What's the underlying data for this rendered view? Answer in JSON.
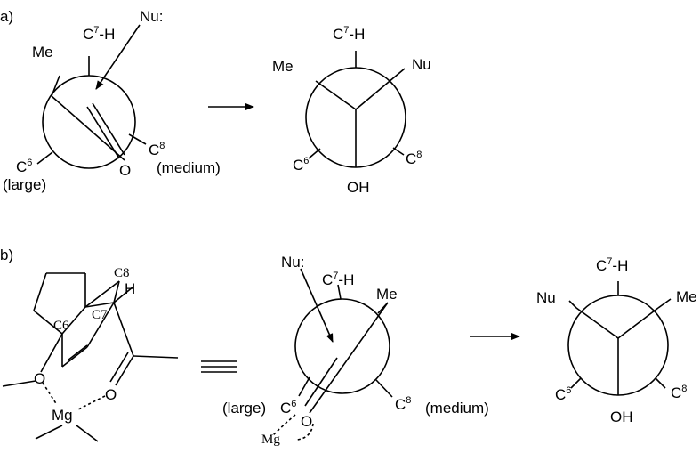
{
  "panels": [
    {
      "label": "a)"
    },
    {
      "label": "b)"
    }
  ],
  "atoms": {
    "me": "Me",
    "nu": "Nu",
    "nu_colon": "Nu:",
    "h": "H",
    "c7h_prefix": "C",
    "c7h_sup": "7",
    "c7h_suffix": "-H",
    "c": "C",
    "sup6": "6",
    "sup8": "8",
    "oh": "OH",
    "o": "O",
    "mg": "Mg",
    "c6_serif": "C6",
    "c7_serif": "C7",
    "c8_serif": "C8"
  },
  "descriptors": {
    "large": "(large)",
    "medium": "(medium)"
  }
}
